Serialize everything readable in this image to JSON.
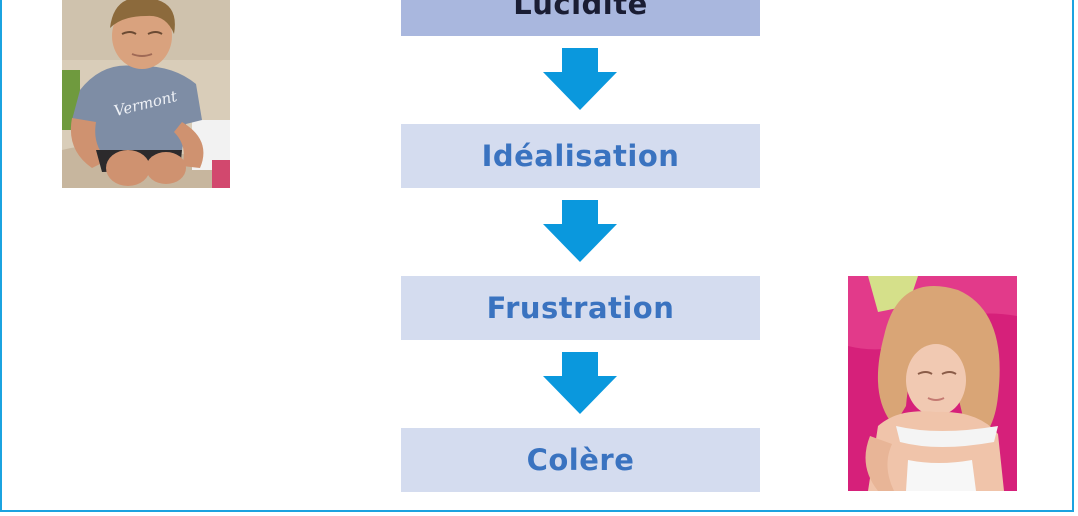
{
  "steps": [
    {
      "label": "Lucidité"
    },
    {
      "label": "Idéalisation"
    },
    {
      "label": "Frustration"
    },
    {
      "label": "Colère"
    }
  ],
  "photos": {
    "boy_shirt_text": "Vermont"
  },
  "colors": {
    "frame": "#1ba3e0",
    "arrow": "#0a98dd",
    "step_fill": "#d4dcef",
    "step_fill_highlight": "#a9b7de",
    "step_text": "#3a73c0",
    "step_text_highlight": "#1a1d33"
  },
  "icons": {
    "arrow": "arrow-down-icon"
  }
}
